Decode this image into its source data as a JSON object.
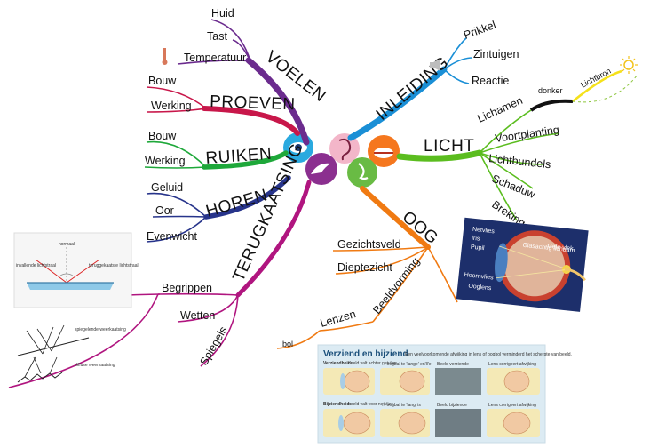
{
  "branches": {
    "voelen": {
      "title": "VOELEN",
      "color": "#6b2b8e",
      "leaves": [
        "Huid",
        "Tast",
        "Temperatuur"
      ]
    },
    "proeven": {
      "title": "PROEVEN",
      "color": "#c8174a",
      "leaves": [
        "Bouw",
        "Werking"
      ]
    },
    "ruiken": {
      "title": "RUIKEN",
      "color": "#1ea83a",
      "leaves": [
        "Bouw",
        "Werking"
      ]
    },
    "horen": {
      "title": "HOREN",
      "color": "#27348b",
      "leaves": [
        "Geluid",
        "Oor",
        "Evenwicht"
      ]
    },
    "terugkaatsing": {
      "title": "TERUGKAATSING",
      "color": "#b0157f",
      "leaves": [
        "Begrippen",
        "Wetten",
        "Spiegels"
      ]
    },
    "inleiding": {
      "title": "INLEIDING",
      "color": "#1a8fd6",
      "leaves": [
        "Prikkel",
        "Zintuigen",
        "Reactie"
      ]
    },
    "licht": {
      "title": "LICHT",
      "color": "#5bbd1f",
      "leaves": [
        "Lichamen",
        "Voortplanting",
        "Lichtbundels",
        "Schaduw",
        "Breking"
      ],
      "lichamen_sub": [
        "donker",
        "Lichtbron"
      ]
    },
    "oog": {
      "title": "OOG",
      "color": "#f07a12",
      "leaves": [
        "Gezichtsveld",
        "Dieptezicht",
        "Beeldvorming",
        "Lenzen",
        "bol"
      ]
    }
  },
  "center_icons": [
    "eye-icon",
    "ear-icon",
    "mouth-icon",
    "hand-icon",
    "nose-icon"
  ],
  "reflection_figure": {
    "labels": [
      "normaal",
      "invallende lichtstraal",
      "teruggekaatste lichtstraal"
    ]
  },
  "mirror_figure": {
    "labels": [
      "spiegelende weerkaatsing",
      "diffuse weerkaatsing"
    ]
  },
  "eye_figure": {
    "labels": [
      "Netvlies",
      "Iris",
      "Pupil",
      "Hoornvlies",
      "Ooglens",
      "Glasachtig lichaam",
      "Gele vlek"
    ]
  },
  "card": {
    "title": "Verziend en bijziend",
    "subtitle": "Een veelvoorkomende afwijking in lens of oogbol verminderd het scherpte van beeld.",
    "row1": {
      "label": "Verziendheid:",
      "text": "beeld valt achter netvlies",
      "col2": "... oogbal te 'lange' en'll'e",
      "col3": "Beeld verziende",
      "col4": "Lens corrigeert afwijking"
    },
    "row2": {
      "label": "Bijziendheid:",
      "text": "beeld valt voor netvlies",
      "col2": "... oogbal te 'lang' is",
      "col3": "Beeld bijziende",
      "col4": "Lens corrigeert afwijking"
    }
  }
}
